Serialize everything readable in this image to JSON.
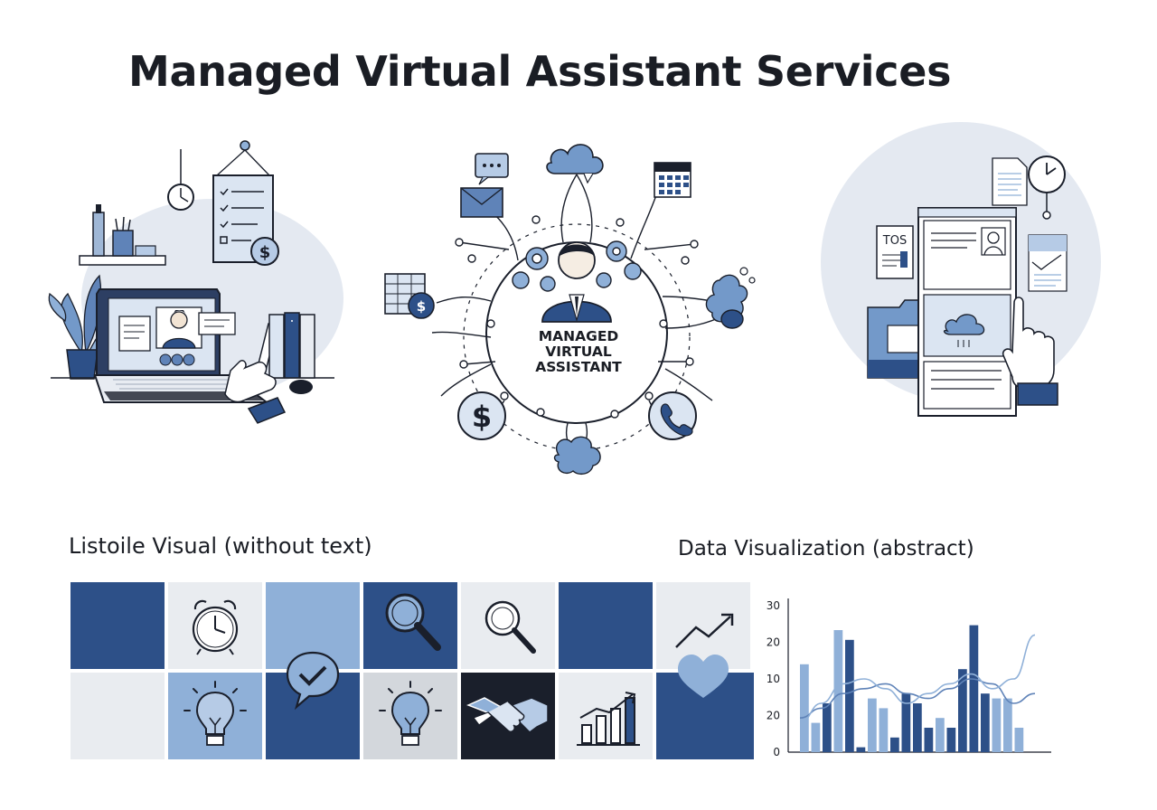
{
  "page": {
    "title": "Managed Virtual Assistant Services"
  },
  "hub": {
    "line1": "MANAGED",
    "line2": "VIRTUAL",
    "line3": "ASSISTANT"
  },
  "right_panel": {
    "tos_label": "TOS"
  },
  "sections": {
    "list_visual": "Listoile Visual (without text)",
    "data_visual": "Data Visualization (abstract)"
  },
  "icons": {
    "row1": [
      "empty",
      "alarm-clock-icon",
      "empty",
      "magnifier-icon",
      "magnifier-icon",
      "empty",
      "trend-arrow-icon"
    ],
    "row2": [
      "empty",
      "lightbulb-icon",
      "chat-check-icon",
      "lightbulb-icon",
      "handshake-icon",
      "bar-growth-icon",
      "heart-icon"
    ]
  },
  "colors": {
    "navy": "#2d5088",
    "mid_blue": "#8fb0d8",
    "light_blue": "#b6cbe6",
    "pale": "#e9ecf0",
    "black_tile": "#1a1f2b",
    "circle_bg": "#e4e9f1"
  },
  "chart_data": {
    "type": "bar",
    "y_ticks": [
      "0",
      "20",
      "10",
      "20",
      "30"
    ],
    "values": [
      18,
      6,
      10,
      25,
      23,
      1,
      11,
      9,
      3,
      12,
      10,
      5,
      7,
      5,
      17,
      26,
      12,
      11,
      11,
      5
    ],
    "ylim": [
      0,
      30
    ],
    "grid": false,
    "lines": [
      {
        "name": "",
        "values": [
          7,
          9,
          12,
          13,
          14,
          12,
          11,
          13,
          15,
          14,
          10,
          12
        ]
      },
      {
        "name": "",
        "values": [
          6,
          10,
          14,
          15,
          13,
          10,
          12,
          14,
          16,
          13,
          15,
          24
        ]
      }
    ]
  }
}
